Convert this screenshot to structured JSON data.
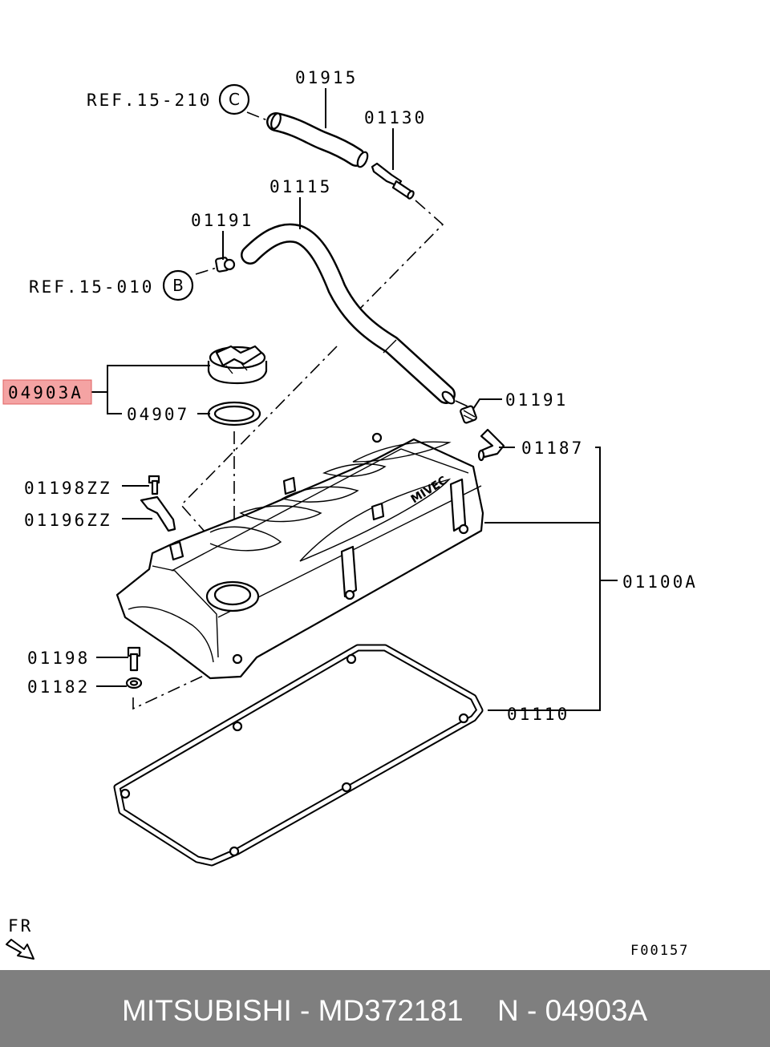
{
  "labels": {
    "p01915": "01915",
    "p01130": "01130",
    "p01115": "01115",
    "p01191a": "01191",
    "p01191b": "01191",
    "p04903A": "04903A",
    "p04907": "04907",
    "p01187": "01187",
    "p01198ZZ": "01198ZZ",
    "p01196ZZ": "01196ZZ",
    "p01100A": "01100A",
    "p01198": "01198",
    "p01182": "01182",
    "p01110": "01110",
    "ref_c": "REF.15-210",
    "ref_b": "REF.15-010",
    "circle_c": "C",
    "circle_b": "B",
    "fr": "FR",
    "code": "F00157",
    "cover_logo": "MIVEC"
  },
  "highlight": {
    "part": "04903A",
    "color": "#f4a3a3",
    "border": "#e06060"
  },
  "footer": {
    "brand": "MITSUBISHI - MD372181",
    "ref": "N - 04903A",
    "background": "#7f7f7f",
    "text_color": "#ffffff"
  }
}
